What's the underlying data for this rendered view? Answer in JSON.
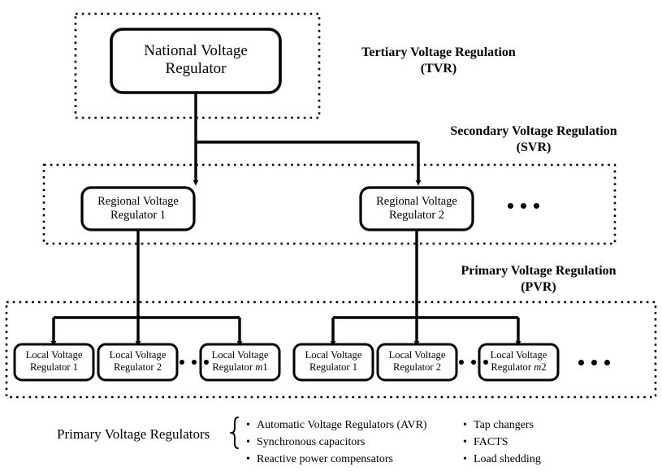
{
  "tiers": [
    {
      "id": "tvr",
      "line1": "Tertiary Voltage Regulation",
      "line2": "(TVR)"
    },
    {
      "id": "svr",
      "line1": "Secondary Voltage Regulation",
      "line2": "(SVR)"
    },
    {
      "id": "pvr",
      "line1": "Primary Voltage Regulation",
      "line2": "(PVR)"
    }
  ],
  "national": {
    "line1": "National Voltage",
    "line2": "Regulator"
  },
  "regional": [
    {
      "line1": "Regional Voltage",
      "line2": "Regulator 1"
    },
    {
      "line1": "Regional Voltage",
      "line2": "Regulator 2"
    }
  ],
  "local_group_1": [
    {
      "line1": "Local Voltage",
      "line2_pre": "Regulator ",
      "line2_ital": "",
      "line2_post": "1"
    },
    {
      "line1": "Local Voltage",
      "line2_pre": "Regulator ",
      "line2_ital": "",
      "line2_post": "2"
    },
    {
      "line1": "Local Voltage",
      "line2_pre": "Regulator ",
      "line2_ital": "m",
      "line2_post": "1"
    }
  ],
  "local_group_2": [
    {
      "line1": "Local Voltage",
      "line2_pre": "Regulator ",
      "line2_ital": "",
      "line2_post": "1"
    },
    {
      "line1": "Local Voltage",
      "line2_pre": "Regulator ",
      "line2_ital": "",
      "line2_post": "2"
    },
    {
      "line1": "Local Voltage",
      "line2_pre": "Regulator ",
      "line2_ital": "m",
      "line2_post": "2"
    }
  ],
  "legend": {
    "title": "Primary Voltage Regulators",
    "column_left": [
      "Automatic Voltage Regulators (AVR)",
      "Synchronous capacitors",
      "Reactive power compensators"
    ],
    "column_right": [
      "Tap changers",
      "FACTS",
      "Load shedding"
    ],
    "bullet_glyph": "•",
    "brace_glyph": "{"
  },
  "ellipsis_glyph": "•••",
  "colors": {
    "stroke": "#000000",
    "background": "#ffffff",
    "node_fill": "#ffffff"
  }
}
